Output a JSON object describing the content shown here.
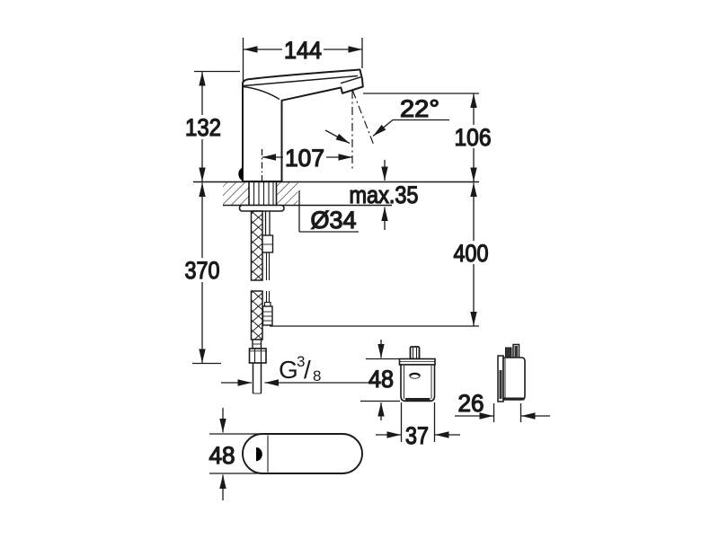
{
  "drawing": {
    "line_color": "#1a1a1a",
    "background_color": "#ffffff",
    "dimensions": {
      "spout_reach": "144",
      "body_height": "132",
      "outlet_offset": "107",
      "spray_angle": "22°",
      "outlet_height": "106",
      "counter_thickness": "max.35",
      "hole_diameter": "Ø34",
      "cable_length": "400",
      "hose_length": "370",
      "thread": {
        "g": "G",
        "num": "3",
        "slash": "/",
        "den": "8"
      },
      "control_box_height": "48",
      "control_box_width": "37",
      "control_box_depth": "26",
      "remote_height": "48"
    }
  }
}
